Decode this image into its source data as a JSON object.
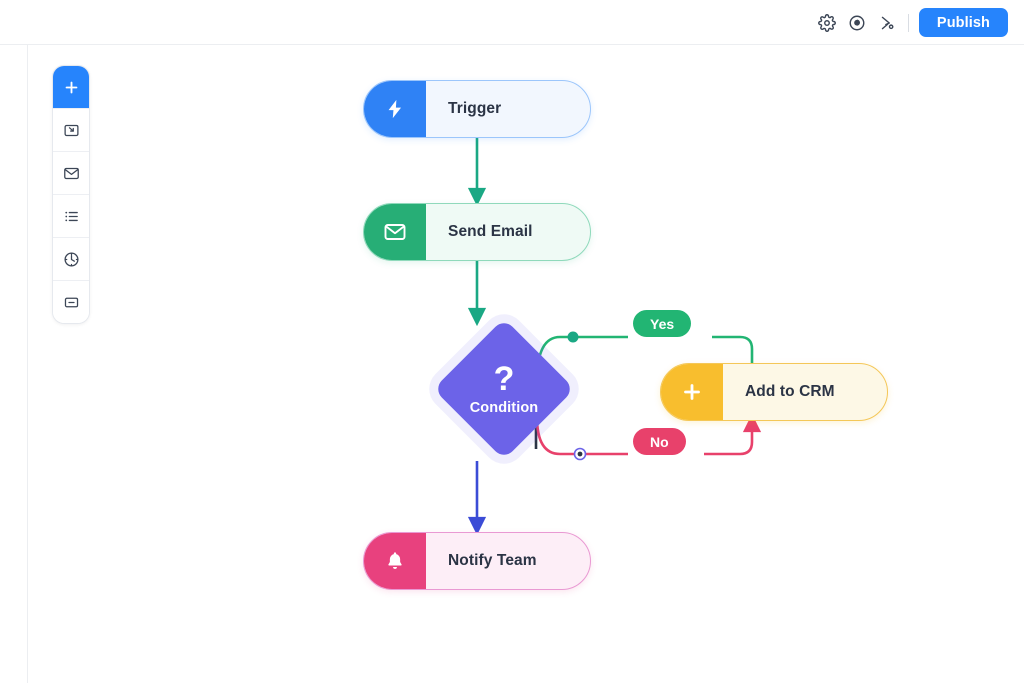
{
  "topbar": {
    "icons": [
      {
        "name": "settings-gear-icon",
        "label": "Settings"
      },
      {
        "name": "preview-target-icon",
        "label": "Preview"
      },
      {
        "name": "share-branch-icon",
        "label": "Share"
      }
    ],
    "publish_label": "Publish",
    "accent_color": "#2684fc"
  },
  "toolstrip": {
    "items": [
      {
        "name": "add-node-tool",
        "icon": "plus-icon",
        "label": "Add",
        "active": true
      },
      {
        "name": "inbox-tool",
        "icon": "inbox-arrow-icon",
        "label": "Inbox",
        "active": false
      },
      {
        "name": "email-tool",
        "icon": "envelope-icon",
        "label": "Email",
        "active": false
      },
      {
        "name": "list-tool",
        "icon": "list-icon",
        "label": "List",
        "active": false
      },
      {
        "name": "schedule-tool",
        "icon": "clock-icon",
        "label": "Schedule",
        "active": false
      },
      {
        "name": "collapse-tool",
        "icon": "minus-box-icon",
        "label": "Collapse",
        "active": false
      }
    ]
  },
  "workflow": {
    "nodes": [
      {
        "id": "trigger",
        "label": "Trigger",
        "icon": "lightning-bolt-icon",
        "color": "#2f82f5"
      },
      {
        "id": "email",
        "label": "Send Email",
        "icon": "envelope-icon",
        "color": "#27ae76"
      },
      {
        "id": "condition",
        "label": "Condition",
        "icon": "question-mark-icon",
        "color": "#6c63e8",
        "symbol": "?"
      },
      {
        "id": "crm",
        "label": "Add to CRM",
        "icon": "plus-icon",
        "color": "#f8be2e"
      },
      {
        "id": "notify",
        "label": "Notify Team",
        "icon": "bell-icon",
        "color": "#e8417e"
      }
    ],
    "branches": [
      {
        "id": "yes",
        "label": "Yes",
        "color": "#22b573"
      },
      {
        "id": "no",
        "label": "No",
        "color": "#e8416b"
      }
    ],
    "edges": [
      {
        "from": "trigger",
        "to": "email",
        "color": "#1aa884"
      },
      {
        "from": "email",
        "to": "condition",
        "color": "#1aa884"
      },
      {
        "from": "condition",
        "to": "crm",
        "color": "#22b573",
        "branch": "yes"
      },
      {
        "from": "condition",
        "to": "crm",
        "color": "#e8416b",
        "branch": "no"
      },
      {
        "from": "condition",
        "to": "notify",
        "color": "#3b4cd6"
      }
    ]
  }
}
